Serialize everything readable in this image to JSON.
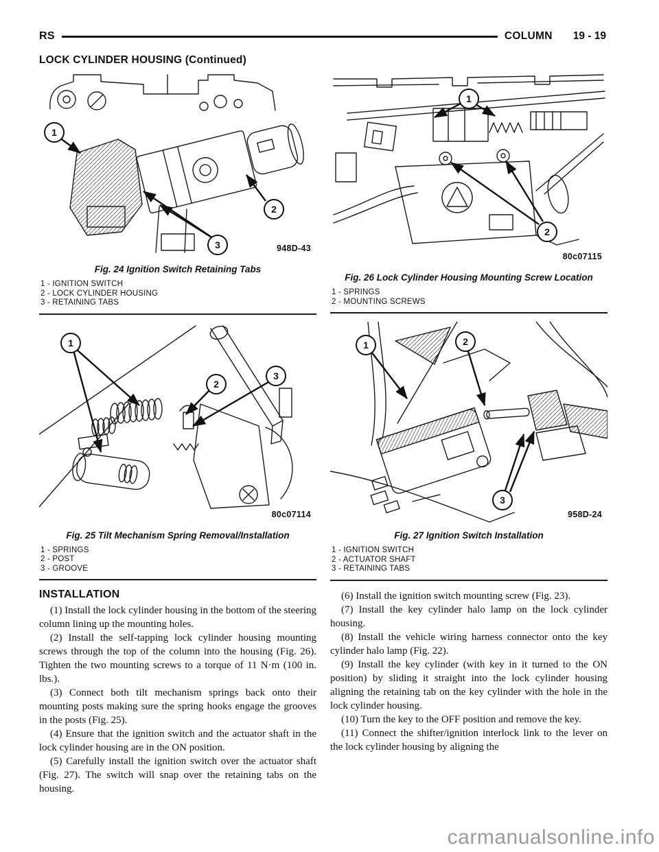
{
  "header": {
    "model": "RS",
    "section": "COLUMN",
    "page": "19 - 19"
  },
  "title": "LOCK CYLINDER HOUSING (Continued)",
  "figures": [
    {
      "caption": "Fig. 24 Ignition Switch Retaining Tabs",
      "code": "948D-43",
      "callouts": [
        "1",
        "2",
        "3"
      ],
      "legend": [
        "1 - IGNITION SWITCH",
        "2 - LOCK CYLINDER HOUSING",
        "3 - RETAINING TABS"
      ]
    },
    {
      "caption": "Fig. 25 Tilt Mechanism Spring Removal/Installation",
      "code": "80c07114",
      "callouts": [
        "1",
        "2",
        "3"
      ],
      "legend": [
        "1 - SPRINGS",
        "2 - POST",
        "3 - GROOVE"
      ]
    },
    {
      "caption": "Fig. 26 Lock Cylinder Housing Mounting Screw Location",
      "code": "80c07115",
      "callouts": [
        "1",
        "2"
      ],
      "legend": [
        "1 - SPRINGS",
        "2 - MOUNTING SCREWS"
      ]
    },
    {
      "caption": "Fig. 27 Ignition Switch Installation",
      "code": "958D-24",
      "callouts": [
        "1",
        "2",
        "3"
      ],
      "legend": [
        "1 - IGNITION SWITCH",
        "2 - ACTUATOR SHAFT",
        "3 - RETAINING TABS"
      ]
    }
  ],
  "installation": {
    "heading": "INSTALLATION",
    "steps_left": [
      "(1) Install the lock cylinder housing in the bottom of the steering column lining up the mounting holes.",
      "(2) Install the self-tapping lock cylinder housing mounting screws through the top of the column into the housing (Fig. 26). Tighten the two mounting screws to a torque of 11 N·m (100 in. lbs.).",
      "(3) Connect both tilt mechanism springs back onto their mounting posts making sure the spring hooks engage the grooves in the posts (Fig. 25).",
      "(4) Ensure that the ignition switch and the actuator shaft in the lock cylinder housing are in the ON position.",
      "(5) Carefully install the ignition switch over the actuator shaft (Fig. 27). The switch will snap over the retaining tabs on the housing."
    ],
    "steps_right": [
      "(6) Install the ignition switch mounting screw (Fig. 23).",
      "(7) Install the key cylinder halo lamp on the lock cylinder housing.",
      "(8) Install the vehicle wiring harness connector onto the key cylinder halo lamp (Fig. 22).",
      "(9) Install the key cylinder (with key in it turned to the ON position) by sliding it straight into the lock cylinder housing aligning the retaining tab on the key cylinder with the hole in the lock cylinder housing.",
      "(10) Turn the key to the OFF position and remove the key.",
      "(11) Connect the shifter/ignition interlock link to the lever on the lock cylinder housing by aligning the"
    ]
  },
  "watermark": "carmanualsonline.info"
}
